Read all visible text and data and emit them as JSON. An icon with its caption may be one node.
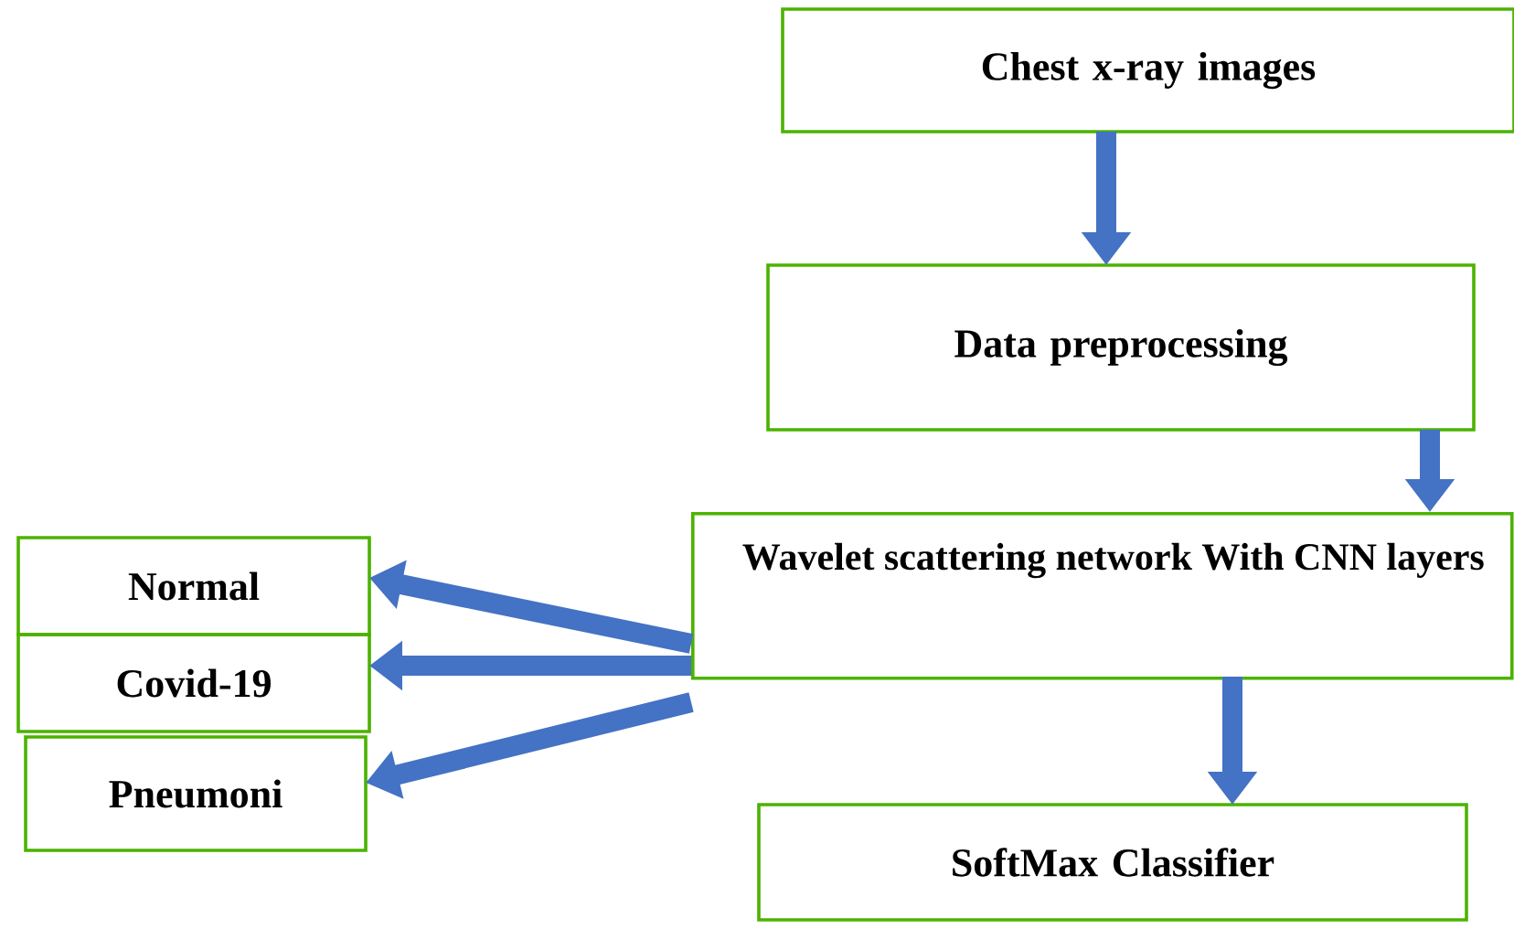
{
  "diagram": {
    "nodes": [
      {
        "text": [
          "Chest x-ray images"
        ]
      },
      {
        "text": [
          "Data preprocessing"
        ]
      },
      {
        "text": [
          "Wavelet scattering network With CNN layers"
        ]
      },
      {
        "text": [
          "Normal"
        ]
      },
      {
        "text": [
          "Covid-19"
        ]
      },
      {
        "text": [
          "Pneumoni"
        ]
      },
      {
        "text": [
          "SoftMax Classifier"
        ]
      }
    ],
    "edges": [
      {
        "from": 0,
        "to": 1,
        "arrow": "to"
      },
      {
        "from": 1,
        "to": 2,
        "arrow": "to"
      },
      {
        "from": 2,
        "to": 3,
        "arrow": "to"
      },
      {
        "from": 2,
        "to": 4,
        "arrow": "to"
      },
      {
        "from": 2,
        "to": 5,
        "arrow": "to"
      },
      {
        "from": 2,
        "to": 6,
        "arrow": "to"
      }
    ]
  }
}
